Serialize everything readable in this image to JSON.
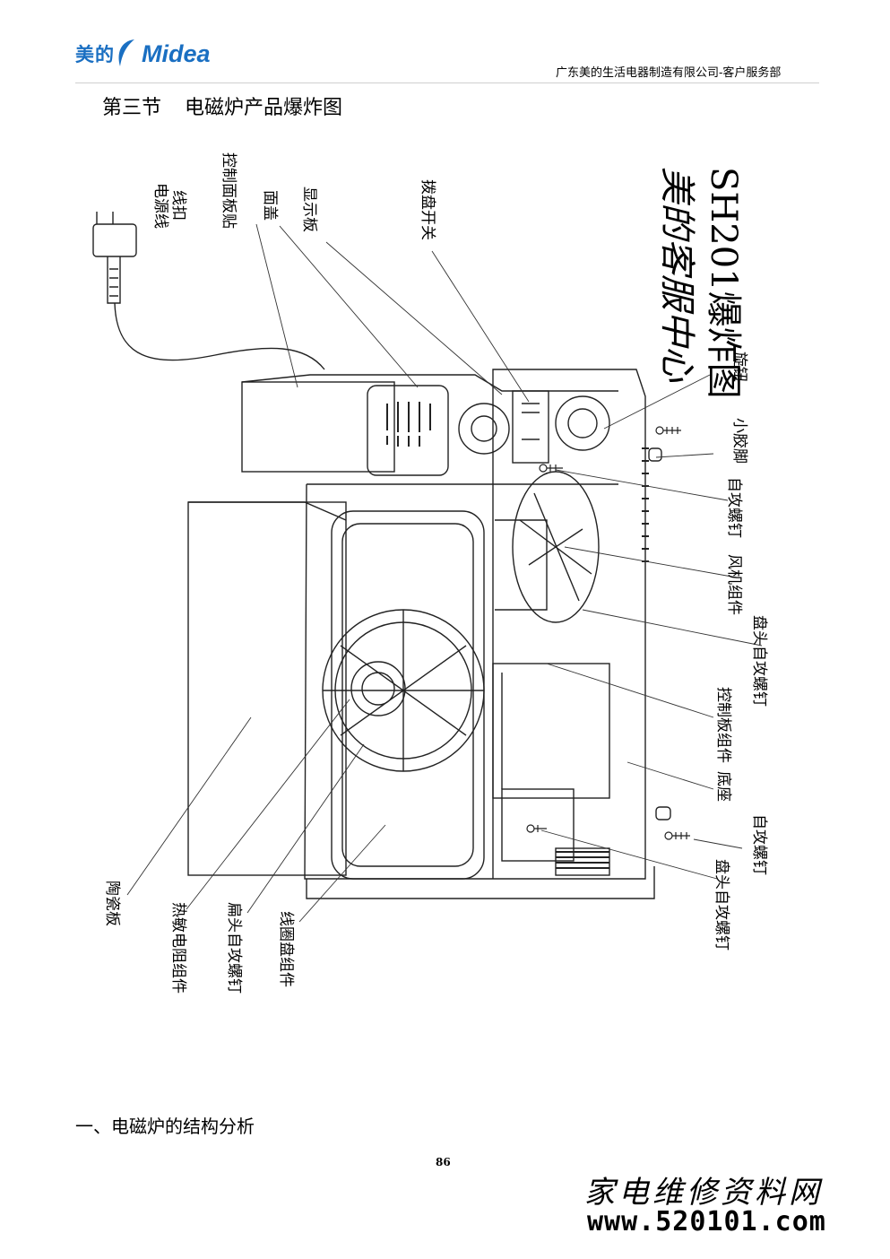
{
  "header": {
    "brand_cn": "美的",
    "brand_en": "Midea",
    "company": "广东美的生活电器制造有限公司-客户服务部"
  },
  "section": {
    "number": "第三节",
    "title": "电磁炉产品爆炸图"
  },
  "diagram": {
    "stamp_line1": "美的客服中心",
    "stamp_line2": "SH201爆炸图",
    "labels": {
      "power_cord": "电源线",
      "cord_clip": "线扣",
      "panel_sticker": "控制面板贴",
      "top_cover": "面盖",
      "display_board": "显示板",
      "dial_switch": "拨盘开关",
      "knob": "旋钮",
      "rubber_foot": "小胶脚",
      "self_tapping_screw_top": "自攻螺钉",
      "fan_assembly": "风机组件",
      "pan_head_screw_mid": "盘头自攻螺钉",
      "control_board_assembly": "控制板组件",
      "base": "底座",
      "self_tapping_screw_bottom": "自攻螺钉",
      "pan_head_screw_bottom": "盘头自攻螺钉",
      "ceramic_plate": "陶瓷板",
      "thermistor_assembly": "热敏电阻组件",
      "flat_head_screw": "扁头自攻螺钉",
      "coil_assembly": "线圈盘组件"
    }
  },
  "subheading": "一、电磁炉的结构分析",
  "page_number": "86",
  "watermark": {
    "line1": "家电维修资料网",
    "line2": "www.520101.com"
  }
}
